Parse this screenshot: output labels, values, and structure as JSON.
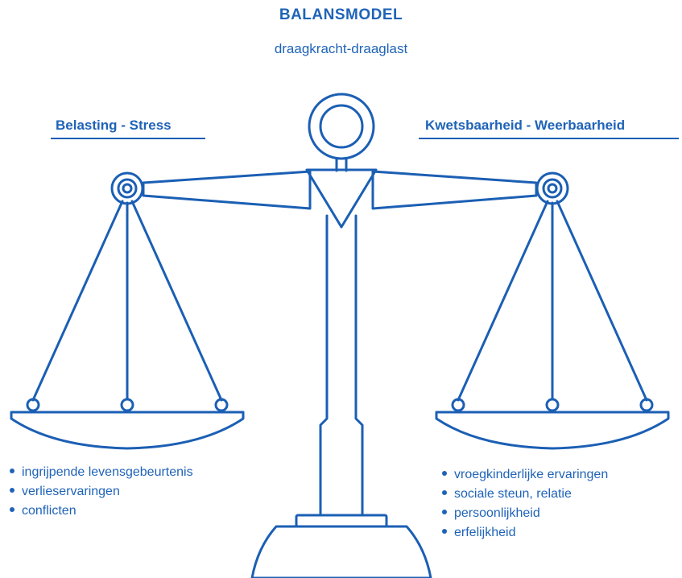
{
  "title": "BALANSMODEL",
  "subtitle": "draagkracht-draaglast",
  "left_pan": {
    "heading": "Belasting - Stress",
    "items": [
      "ingrijpende levensgebeurtenis",
      "verlieservaringen",
      "conflicten"
    ]
  },
  "right_pan": {
    "heading": "Kwetsbaarheid - Weerbaarheid",
    "items": [
      "vroegkinderlijke ervaringen",
      "sociale steun, relatie",
      "persoonlijkheid",
      "erfelijkheid"
    ]
  },
  "colors": {
    "line": "#1b5fb4",
    "text": "#1f63b8",
    "background": "#ffffff"
  }
}
